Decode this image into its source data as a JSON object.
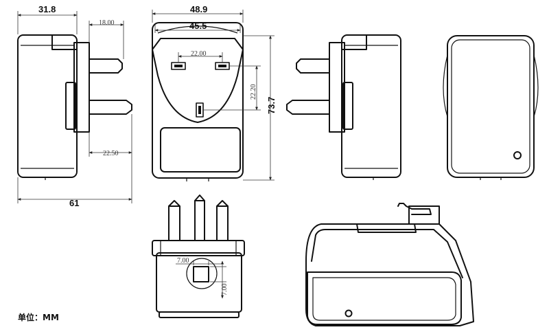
{
  "dimensions": {
    "side_depth": "31.8",
    "prong_length": "18.00",
    "prong_offset": "22.50",
    "overall_length": "61",
    "front_width_outer": "48.9",
    "front_width_inner": "45.5",
    "pin_spacing_h": "22.00",
    "pin_spacing_v": "22.20",
    "height": "73.7",
    "socket_w": "7.00",
    "socket_h": "7.00"
  },
  "unit_label": "单位：MM"
}
